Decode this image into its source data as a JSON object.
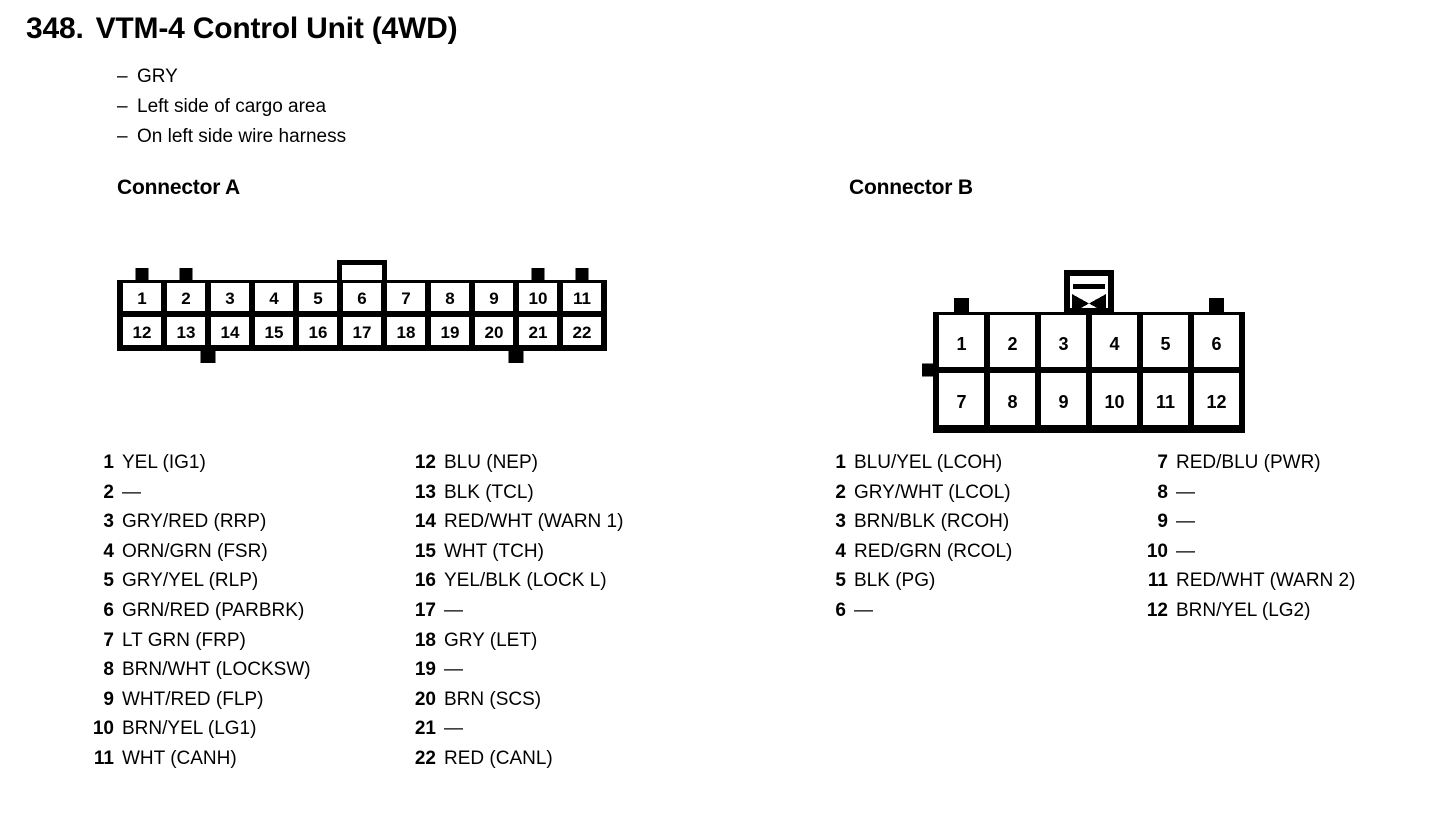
{
  "document": {
    "item_number": "348.",
    "title": "VTM-4 Control Unit (4WD)",
    "notes": [
      "GRY",
      "Left side of cargo area",
      "On left side wire harness"
    ],
    "dash_glyph": "–",
    "empty_pin_glyph": "—"
  },
  "connectors": [
    {
      "id": "a",
      "heading": "Connector A",
      "pin_count": 22,
      "rows": 2,
      "columns": 11,
      "top_row_pins": [
        "1",
        "2",
        "3",
        "4",
        "5",
        "6",
        "7",
        "8",
        "9",
        "10",
        "11"
      ],
      "bottom_row_pins": [
        "12",
        "13",
        "14",
        "15",
        "16",
        "17",
        "18",
        "19",
        "20",
        "21",
        "22"
      ],
      "latch_style": "open-bracket",
      "pins": [
        {
          "no": "1",
          "label": "YEL (IG1)"
        },
        {
          "no": "2",
          "label": "—"
        },
        {
          "no": "3",
          "label": "GRY/RED (RRP)"
        },
        {
          "no": "4",
          "label": "ORN/GRN (FSR)"
        },
        {
          "no": "5",
          "label": "GRY/YEL (RLP)"
        },
        {
          "no": "6",
          "label": "GRN/RED (PARBRK)"
        },
        {
          "no": "7",
          "label": "LT GRN (FRP)"
        },
        {
          "no": "8",
          "label": "BRN/WHT (LOCKSW)"
        },
        {
          "no": "9",
          "label": "WHT/RED (FLP)"
        },
        {
          "no": "10",
          "label": "BRN/YEL (LG1)"
        },
        {
          "no": "11",
          "label": "WHT (CANH)"
        },
        {
          "no": "12",
          "label": "BLU (NEP)"
        },
        {
          "no": "13",
          "label": "BLK (TCL)"
        },
        {
          "no": "14",
          "label": "RED/WHT (WARN 1)"
        },
        {
          "no": "15",
          "label": "WHT (TCH)"
        },
        {
          "no": "16",
          "label": "YEL/BLK (LOCK L)"
        },
        {
          "no": "17",
          "label": "—"
        },
        {
          "no": "18",
          "label": "GRY (LET)"
        },
        {
          "no": "19",
          "label": "—"
        },
        {
          "no": "20",
          "label": "BRN (SCS)"
        },
        {
          "no": "21",
          "label": "—"
        },
        {
          "no": "22",
          "label": "RED (CANL)"
        }
      ]
    },
    {
      "id": "b",
      "heading": "Connector B",
      "pin_count": 12,
      "rows": 2,
      "columns": 6,
      "top_row_pins": [
        "1",
        "2",
        "3",
        "4",
        "5",
        "6"
      ],
      "bottom_row_pins": [
        "7",
        "8",
        "9",
        "10",
        "11",
        "12"
      ],
      "latch_style": "bowtie-box",
      "pins": [
        {
          "no": "1",
          "label": "BLU/YEL (LCOH)"
        },
        {
          "no": "2",
          "label": "GRY/WHT (LCOL)"
        },
        {
          "no": "3",
          "label": "BRN/BLK (RCOH)"
        },
        {
          "no": "4",
          "label": "RED/GRN (RCOL)"
        },
        {
          "no": "5",
          "label": "BLK (PG)"
        },
        {
          "no": "6",
          "label": "—"
        },
        {
          "no": "7",
          "label": "RED/BLU (PWR)"
        },
        {
          "no": "8",
          "label": "—"
        },
        {
          "no": "9",
          "label": "—"
        },
        {
          "no": "10",
          "label": "—"
        },
        {
          "no": "11",
          "label": "RED/WHT (WARN 2)"
        },
        {
          "no": "12",
          "label": "BRN/YEL (LG2)"
        }
      ]
    }
  ],
  "colors": {
    "ink": "#000000",
    "paper": "#ffffff"
  }
}
